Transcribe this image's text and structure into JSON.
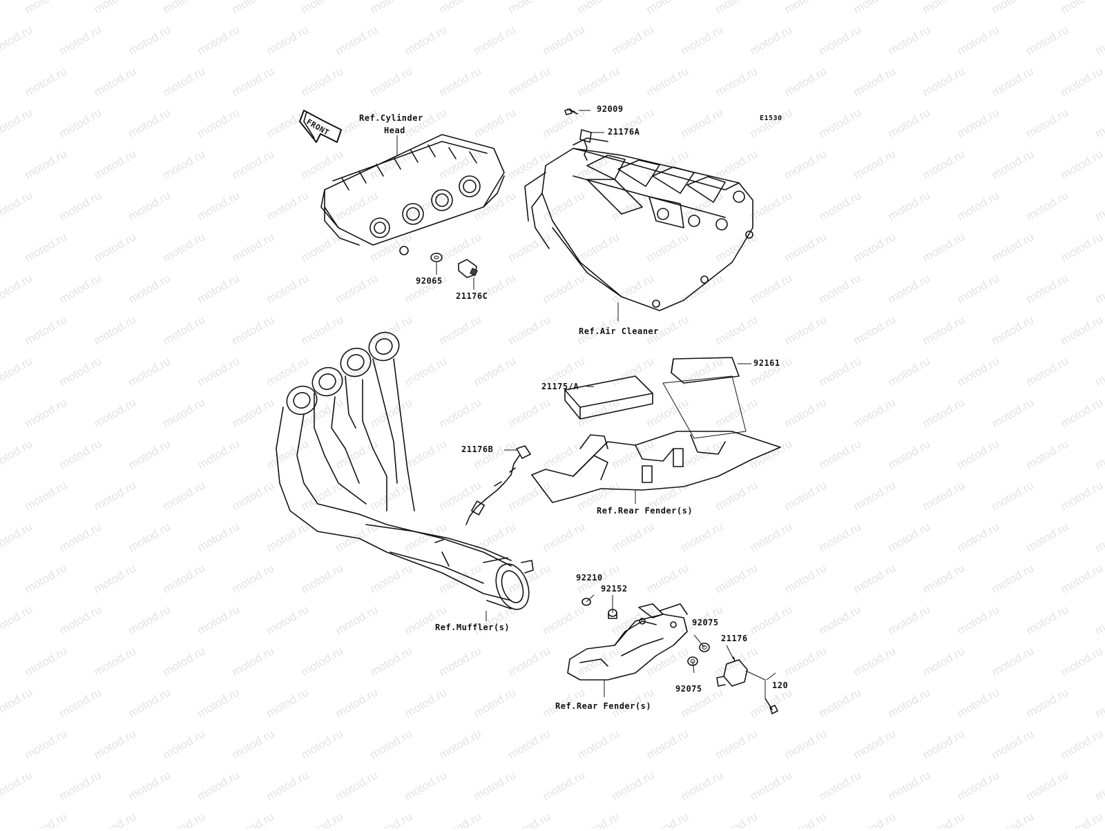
{
  "diagram": {
    "code": "E1530",
    "watermark": "motod.ru",
    "front_label": "FRONT",
    "references": {
      "cylinder_head_line1": "Ref.Cylinder",
      "cylinder_head_line2": "Head",
      "air_cleaner": "Ref.Air Cleaner",
      "rear_fender_upper": "Ref.Rear Fender(s)",
      "muffler": "Ref.Muffler(s)",
      "rear_fender_lower": "Ref.Rear Fender(s)"
    },
    "parts": {
      "p92009": "92009",
      "p21176A": "21176A",
      "p92065": "92065",
      "p21176C": "21176C",
      "p92161": "92161",
      "p21175A": "21175/A",
      "p21176B": "21176B",
      "p92210": "92210",
      "p92152": "92152",
      "p92075_top": "92075",
      "p21176": "21176",
      "p92075_bottom": "92075",
      "p120": "120"
    }
  }
}
